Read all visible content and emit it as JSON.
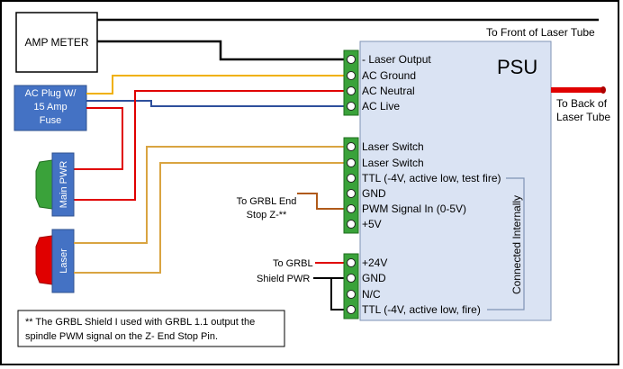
{
  "labels": {
    "amp_meter": "AMP METER",
    "to_front": "To Front of Laser Tube",
    "psu_title": "PSU",
    "to_back_1": "To Back of",
    "to_back_2": "Laser Tube",
    "ac_plug_1": "AC Plug W/",
    "ac_plug_2": "15 Amp",
    "ac_plug_3": "Fuse",
    "main_pwr": "Main PWR",
    "laser": "Laser",
    "grbl_end_1": "To GRBL End",
    "grbl_end_2": "Stop Z-**",
    "to_grbl": "To GRBL",
    "shield_pwr": "Shield PWR",
    "connected_internally": "Connected Internally",
    "note_line_1": "** The GRBL Shield I used with GRBL 1.1 output the",
    "note_line_2": "spindle PWM signal on the Z- End Stop Pin."
  },
  "terminals": [
    "- Laser Output",
    "AC Ground",
    "AC Neutral",
    "AC Live",
    "Laser Switch",
    "Laser Switch",
    "TTL (-4V, active low, test fire)",
    "GND",
    "PWM Signal In (0-5V)",
    "+5V",
    "+24V",
    "GND",
    "N/C",
    "TTL (-4V, active low, fire)"
  ],
  "colors": {
    "wire_black": "#000000",
    "wire_red": "#e00000",
    "wire_yellow": "#f0b000",
    "wire_blue": "#2e4f9c",
    "wire_tan": "#d9a441",
    "wire_brown": "#b05a1a",
    "psu_fill": "#dae3f3",
    "box_fill": "#4472c4",
    "terminal_green": "#3aa23a"
  }
}
